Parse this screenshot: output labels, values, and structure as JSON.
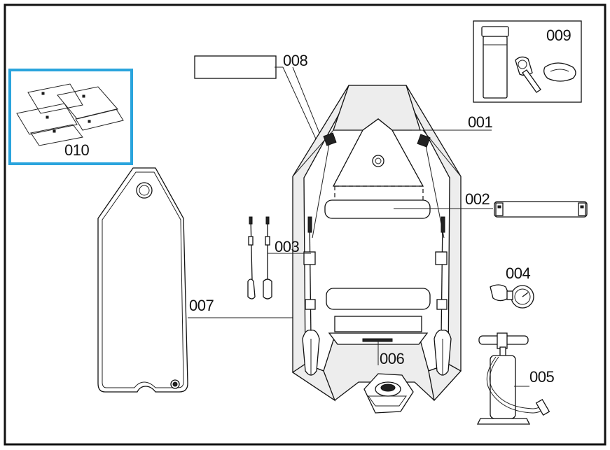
{
  "diagram": {
    "highlight_color": "#2aa4dd",
    "line_color": "#111111",
    "parts": [
      {
        "id": "001",
        "label": "001",
        "icon": "boat-hull"
      },
      {
        "id": "002",
        "label": "002",
        "icon": "seat-bench"
      },
      {
        "id": "003",
        "label": "003",
        "icon": "oars"
      },
      {
        "id": "004",
        "label": "004",
        "icon": "pressure-gauge"
      },
      {
        "id": "005",
        "label": "005",
        "icon": "hand-pump"
      },
      {
        "id": "006",
        "label": "006",
        "icon": "transom-valve"
      },
      {
        "id": "007",
        "label": "007",
        "icon": "floor-board"
      },
      {
        "id": "008",
        "label": "008",
        "icon": "storage-bag"
      },
      {
        "id": "009",
        "label": "009",
        "icon": "repair-kit"
      },
      {
        "id": "010",
        "label": "010",
        "icon": "floor-panels"
      }
    ]
  }
}
